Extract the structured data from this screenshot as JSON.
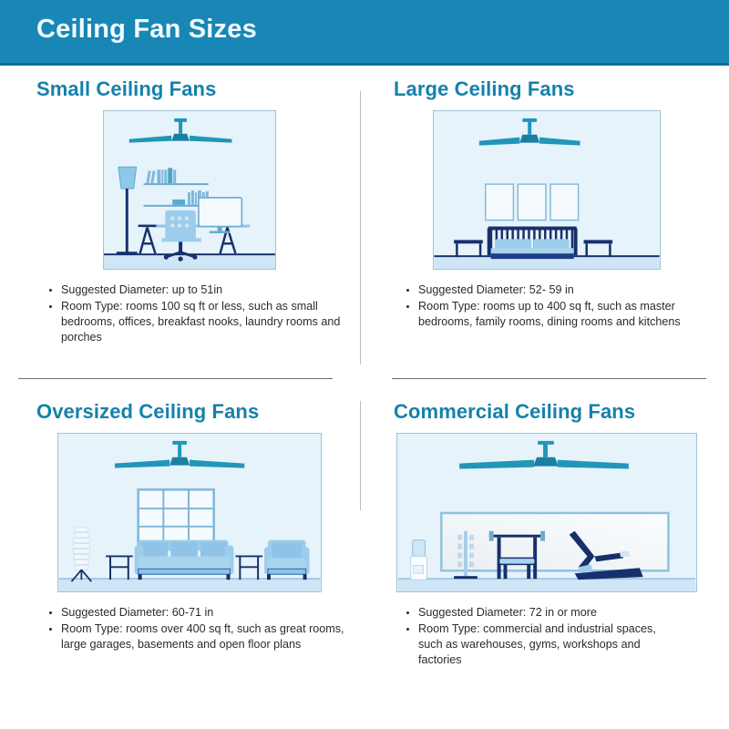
{
  "header": {
    "title": "Ceiling Fan Sizes",
    "bg_color": "#1887b5",
    "text_color": "#f1fbff"
  },
  "theme": {
    "title_color": "#1581ab",
    "scene_bg": "#e6f3fb",
    "fan_color": "#2196b8",
    "navy": "#17306b",
    "furniture_blue": "#8fc4e8"
  },
  "panels": [
    {
      "id": "small",
      "title": "Small Ceiling Fans",
      "illustration": "home-office-scene",
      "bullets": [
        "Suggested Diameter: up to 51in",
        "Room Type: rooms 100 sq ft or less, such as small bedrooms, offices, breakfast nooks, laundry rooms and porches"
      ]
    },
    {
      "id": "large",
      "title": "Large Ceiling Fans",
      "illustration": "bedroom-scene",
      "bullets": [
        "Suggested Diameter: 52- 59 in",
        "Room Type: rooms up to 400 sq ft, such as master bedrooms, family rooms, dining rooms and kitchens"
      ]
    },
    {
      "id": "oversized",
      "title": "Oversized Ceiling Fans",
      "illustration": "living-room-scene",
      "bullets": [
        "Suggested Diameter: 60-71 in",
        "Room Type: rooms over 400 sq ft, such as great rooms, large garages, basements and open floor plans"
      ]
    },
    {
      "id": "commercial",
      "title": "Commercial Ceiling Fans",
      "illustration": "gym-scene",
      "bullets": [
        "Suggested Diameter: 72 in or more",
        "Room Type: commercial and industrial spaces, such as warehouses, gyms, workshops and factories"
      ]
    }
  ]
}
